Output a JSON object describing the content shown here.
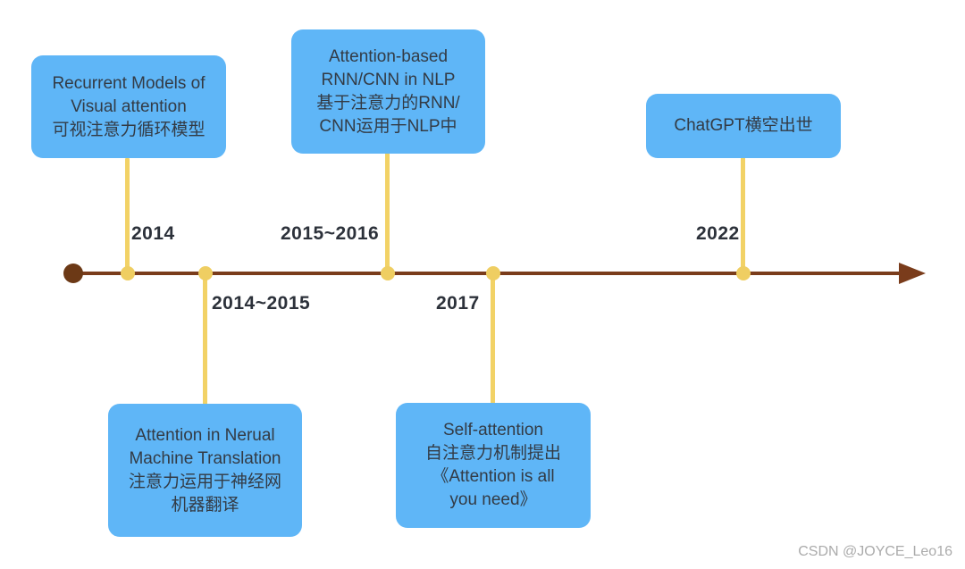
{
  "colors": {
    "card_blue": "#5fb6f7",
    "card_text": "#333b45",
    "year_text": "#2c313a",
    "timeline_brown": "#7a3c1b",
    "start_dot_brown": "#6c3916",
    "connector_yellow": "#f2d266",
    "dot_yellow": "#efce62",
    "watermark_gray": "#ababab"
  },
  "events": [
    {
      "year": "2014",
      "side": "above",
      "label": "Recurrent Models of\nVisual attention\n可视注意力循环模型"
    },
    {
      "year": "2014~2015",
      "side": "below",
      "label": "Attention in Nerual\nMachine Translation\n注意力运用于神经网\n机器翻译"
    },
    {
      "year": "2015~2016",
      "side": "above",
      "label": "Attention-based\nRNN/CNN in NLP\n基于注意力的RNN/\nCNN运用于NLP中"
    },
    {
      "year": "2017",
      "side": "below",
      "label": "Self-attention\n自注意力机制提出\n《Attention is all\nyou need》"
    },
    {
      "year": "2022",
      "side": "above",
      "label": "ChatGPT横空出世"
    }
  ],
  "watermark": "CSDN @JOYCE_Leo16"
}
